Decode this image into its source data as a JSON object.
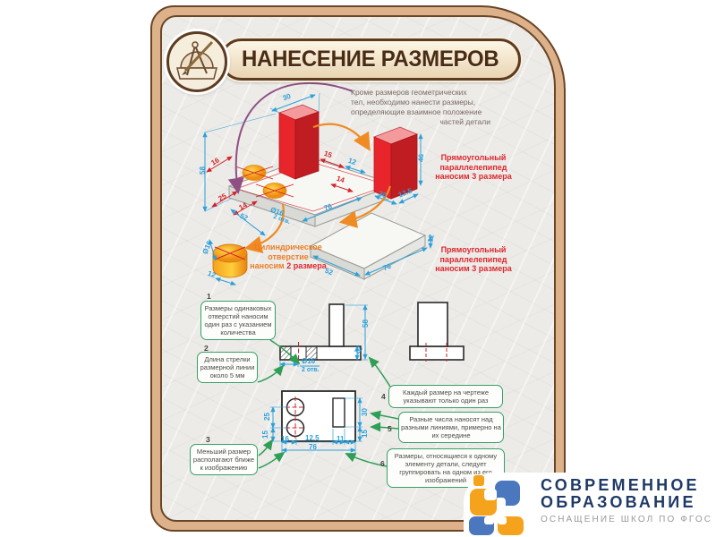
{
  "poster": {
    "title": "НАНЕСЕНИЕ РАЗМЕРОВ",
    "intro": {
      "line1": "Кроме размеров геометрических",
      "line2": "тел, необходимо нанести размеры,",
      "line3": "определяющие взаимное положение",
      "line4": "частей детали"
    },
    "labels": {
      "parallelepiped_top": {
        "line1": "Прямоугольный",
        "line2": "параллелепипед",
        "line3": "наносим 3 размера"
      },
      "parallelepiped_bottom": {
        "line1": "Прямоугольный",
        "line2": "параллелепипед",
        "line3": "наносим 3 размера"
      },
      "cylinder": {
        "line1": "Цилиндрическое",
        "line2": "отверстие",
        "line3a": "наносим",
        "line3b": "2 размера"
      }
    },
    "notes": [
      {
        "num": "1",
        "text": "Размеры одинаковых отверстий наносим один раз с указанием количества"
      },
      {
        "num": "2",
        "text": "Длина стрелки размерной линии около 5 мм"
      },
      {
        "num": "3",
        "text": "Меньший размер располагают ближе к изображению"
      },
      {
        "num": "4",
        "text": "Каждый размер на чертеже указывают только один раз"
      },
      {
        "num": "5",
        "text": "Разные числа наносят над разными линиями, примерно на их середине"
      },
      {
        "num": "6",
        "text": "Размеры, относящиеся к одному элементу детали, следует группировать на одном из его изображений"
      }
    ],
    "dims": {
      "iso": {
        "d30": "30",
        "d58": "58",
        "d16": "16",
        "d25": "25",
        "d14": "14",
        "d52": "52",
        "dhole": "Ø16",
        "dholecnt": "2 отв.",
        "d76": "76",
        "d15": "15",
        "d12": "12",
        "d14b": "14"
      },
      "box": {
        "d46": "46",
        "d30": "30",
        "d125": "12.5"
      },
      "plate": {
        "d52": "52",
        "d76": "76",
        "d12": "12"
      },
      "cyl": {
        "ddia": "Ø16",
        "d12": "12"
      },
      "front": {
        "d58": "58",
        "d12": "12",
        "dhole": "Ø16",
        "dholecnt": "2 отв."
      },
      "top": {
        "d25": "25",
        "d15l": "15",
        "d30": "30",
        "d15r": "15",
        "d16": "16",
        "d125": "12.5",
        "d11": "11",
        "d76": "76"
      }
    }
  },
  "footer_logo": {
    "line1": "СОВРЕМЕННОЕ",
    "line2": "ОБРАЗОВАНИЕ",
    "subtitle": "ОСНАЩЕНИЕ ШКОЛ ПО ФГОС"
  },
  "colors": {
    "accent_red": "#e0262c",
    "accent_orange": "#ed7d23",
    "dim_blue": "#2d9fd8",
    "dim_red": "#d2232a",
    "note_green": "#35a065",
    "frame_tan": "#ddb28b",
    "frame_brown": "#6a4526",
    "logo_orange": "#f5a21c",
    "logo_blue": "#4a77bd",
    "logo_navy": "#1e3a66"
  }
}
